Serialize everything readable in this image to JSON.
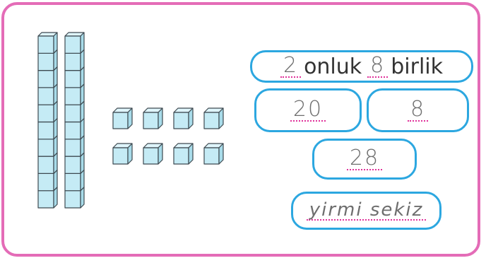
{
  "colors": {
    "frame": "#e46cb7",
    "pill": "#2ca7e0",
    "dots": "#e0319a",
    "cube_fill": "#c5ebf5",
    "cube_stroke": "#3d4950"
  },
  "blocks": {
    "tens_rods": 2,
    "cubes_per_rod": 10,
    "ones": 8
  },
  "sentence": {
    "tens_value": "2",
    "tens_word": "onluk",
    "ones_value": "8",
    "ones_word": "birlik"
  },
  "answers": {
    "tens_amount": "20",
    "ones_amount": "8",
    "number": "28",
    "number_words": "yirmi sekiz"
  }
}
